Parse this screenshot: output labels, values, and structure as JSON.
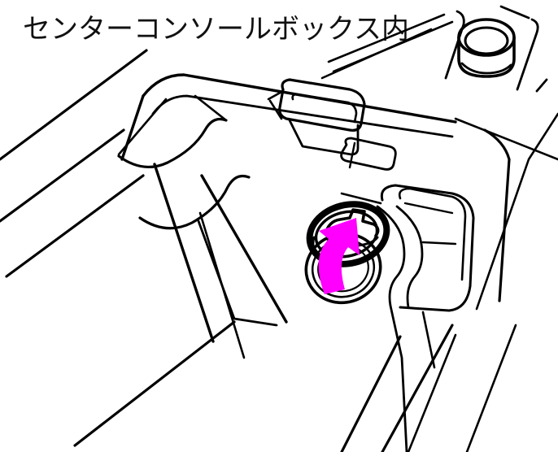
{
  "illustration": {
    "title": "センターコンソールボックス内",
    "type": "line-drawing",
    "subject": "center-console-box-interior",
    "background_color": "#ffffff",
    "line_color": "#000000",
    "callout": {
      "name": "lift-cap-arrow",
      "shape": "curved-arrow",
      "direction": "up-right",
      "color": "#ff00ff",
      "meaning": "lift-and-remove-cap"
    },
    "parts": [
      {
        "name": "console-box-opening",
        "label": ""
      },
      {
        "name": "console-box-rim",
        "label": ""
      },
      {
        "name": "rectangular-recess-slot",
        "label": ""
      },
      {
        "name": "side-recess-panel",
        "label": ""
      },
      {
        "name": "round-cap",
        "label": ""
      },
      {
        "name": "cap-hole",
        "label": ""
      },
      {
        "name": "rubber-grommet-plug",
        "label": ""
      }
    ]
  }
}
